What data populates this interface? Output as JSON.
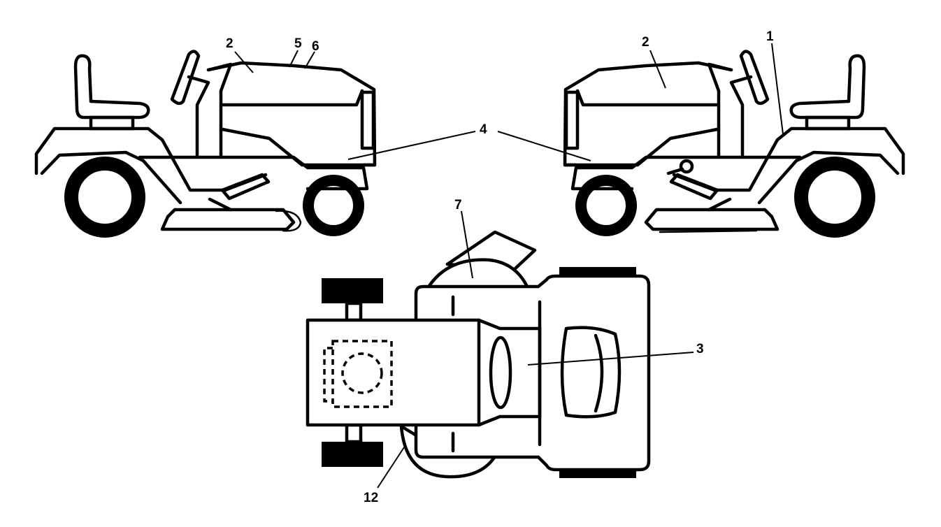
{
  "callouts": {
    "c1": "1",
    "c2_left": "2",
    "c2_right": "2",
    "c3": "3",
    "c4": "4",
    "c5": "5",
    "c6": "6",
    "c7": "7",
    "c12": "12"
  }
}
